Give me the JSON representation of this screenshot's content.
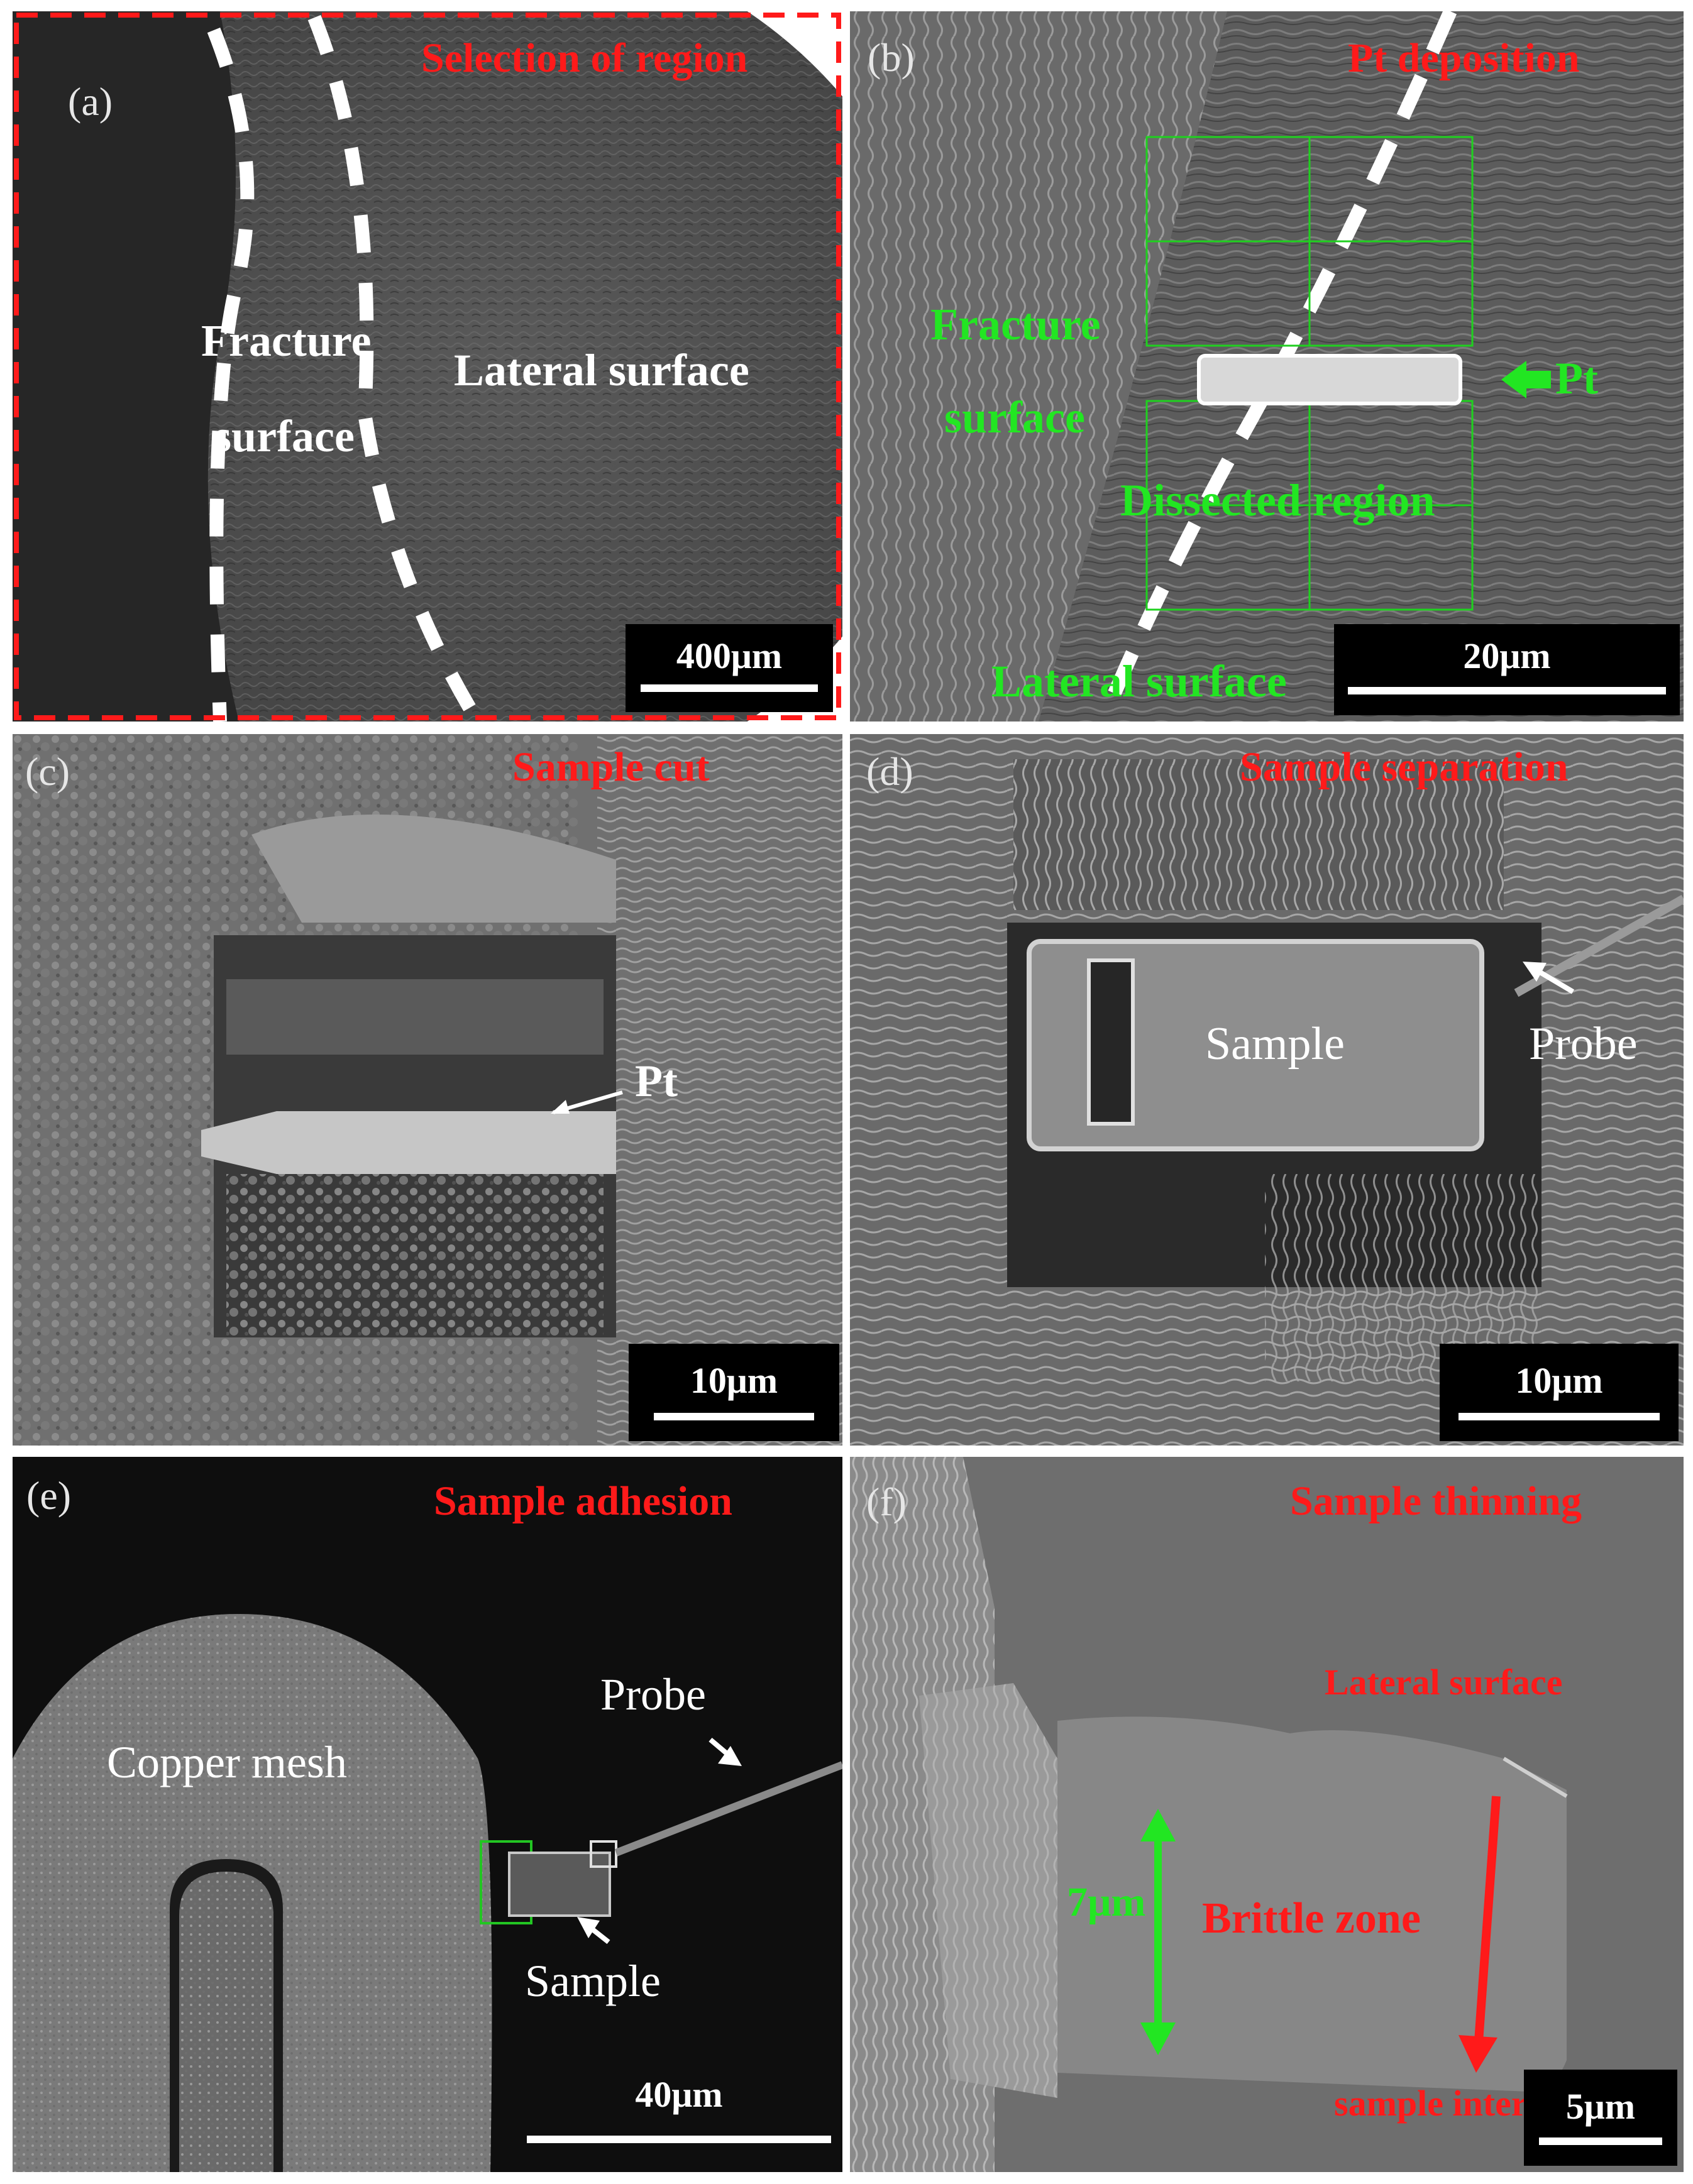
{
  "panels": {
    "a": {
      "letter": "(a)",
      "title": "Selection of region",
      "labels": {
        "fracture_line1": "Fracture",
        "fracture_line2": "surface",
        "lateral": "Lateral surface"
      },
      "scale": "400μm"
    },
    "b": {
      "letter": "(b)",
      "title": "Pt deposition",
      "labels": {
        "fracture_line1": "Fracture",
        "fracture_line2": "surface",
        "pt": "Pt",
        "dissected": "Dissected region",
        "lateral": "Lateral surface"
      },
      "scale": "20μm"
    },
    "c": {
      "letter": "(c)",
      "title": "Sample cut",
      "labels": {
        "pt": "Pt"
      },
      "scale": "10μm"
    },
    "d": {
      "letter": "(d)",
      "title": "Sample separation",
      "labels": {
        "sample": "Sample",
        "probe": "Probe"
      },
      "scale": "10μm"
    },
    "e": {
      "letter": "(e)",
      "title": "Sample adhesion",
      "labels": {
        "copper": "Copper mesh",
        "probe": "Probe",
        "sample": "Sample"
      },
      "scale": "40μm"
    },
    "f": {
      "letter": "(f)",
      "title": "Sample thinning",
      "labels": {
        "lateral": "Lateral surface",
        "thickness": "7μm",
        "brittle": "Brittle zone",
        "interior": "sample interior"
      },
      "scale": "5μm"
    }
  },
  "colors": {
    "title": "#ff1a1a",
    "annotation_green": "#22e622",
    "annotation_white": "#ffffff"
  }
}
